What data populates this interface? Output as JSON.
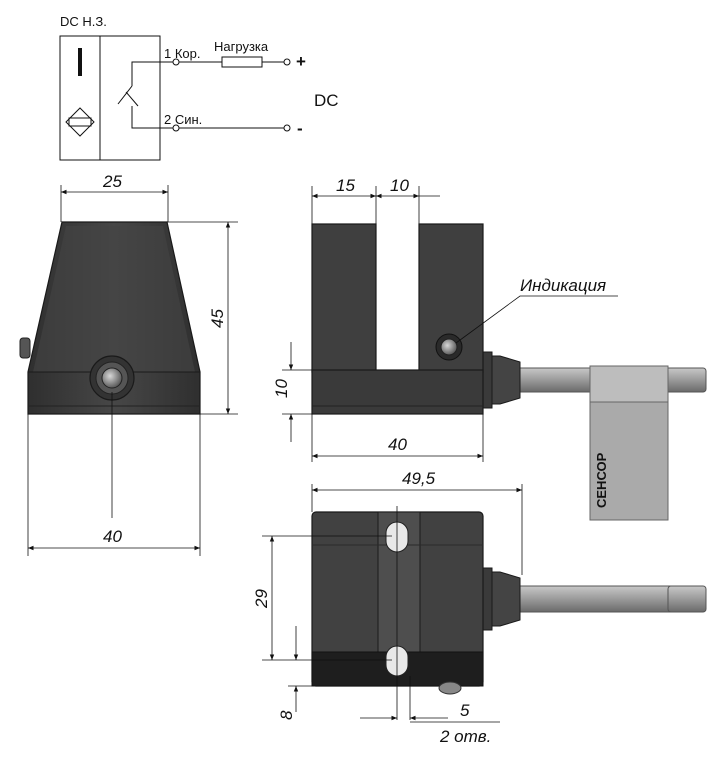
{
  "schematic": {
    "title": "DC Н.З.",
    "pin1_label": "1 Кор.",
    "pin2_label": "2 Син.",
    "load_label": "Нагрузка",
    "plus": "+",
    "minus": "-",
    "supply_label": "DC"
  },
  "front_view": {
    "top_width": "25",
    "height": "45",
    "base_width": "40"
  },
  "side_view": {
    "arm_width": "15",
    "slot_width": "10",
    "base_height": "10",
    "length": "40",
    "indicator_label": "Индикация",
    "tag_text": "СЕНСОР"
  },
  "top_view": {
    "overall_length": "49,5",
    "hole_spacing": "29",
    "edge_offset": "8",
    "hole_diameter": "5",
    "hole_count": "2 отв."
  },
  "colors": {
    "body": "#3e3e3e",
    "body_dark": "#262626",
    "cable": "#9a9a9a",
    "tag": "#a8a8a8"
  }
}
